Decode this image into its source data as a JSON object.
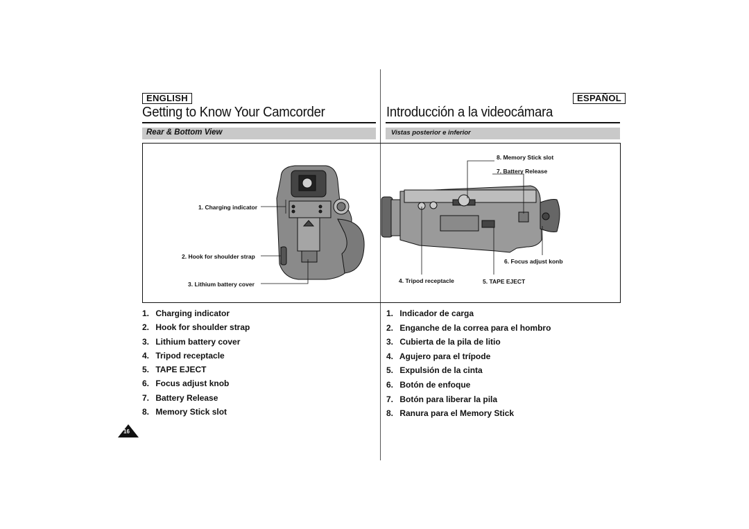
{
  "english": {
    "tag": "ENGLISH",
    "title": "Getting to Know Your Camcorder",
    "section": "Rear & Bottom View",
    "items": [
      {
        "num": "1.",
        "label": "Charging indicator"
      },
      {
        "num": "2.",
        "label": "Hook for shoulder strap"
      },
      {
        "num": "3.",
        "label": "Lithium battery cover"
      },
      {
        "num": "4.",
        "label": "Tripod receptacle"
      },
      {
        "num": "5.",
        "label": "TAPE EJECT"
      },
      {
        "num": "6.",
        "label": "Focus adjust knob"
      },
      {
        "num": "7.",
        "label": "Battery Release"
      },
      {
        "num": "8.",
        "label": "Memory Stick slot"
      }
    ]
  },
  "spanish": {
    "tag": "ESPAÑOL",
    "title": "Introducción a la videocámara",
    "section": "Vistas posterior e inferior",
    "items": [
      {
        "num": "1.",
        "label": "Indicador de carga"
      },
      {
        "num": "2.",
        "label": "Enganche de la correa para el hombro"
      },
      {
        "num": "3.",
        "label": "Cubierta de la pila de litio"
      },
      {
        "num": "4.",
        "label": "Agujero para el trípode"
      },
      {
        "num": "5.",
        "label": "Expulsión de la cinta"
      },
      {
        "num": "6.",
        "label": "Botón de enfoque"
      },
      {
        "num": "7.",
        "label": "Botón para liberar la pila"
      },
      {
        "num": "8.",
        "label": "Ranura para el Memory Stick"
      }
    ]
  },
  "figure": {
    "callouts": {
      "charging": "1. Charging indicator",
      "hook": "2. Hook for shoulder strap",
      "lithium": "3. Lithium battery cover",
      "tripod": "4. Tripod receptacle",
      "eject": "5. TAPE EJECT",
      "focus": "6. Focus adjust konb",
      "release": "7. Battery Release",
      "memory": "8. Memory Stick slot"
    }
  },
  "page_number": "16"
}
